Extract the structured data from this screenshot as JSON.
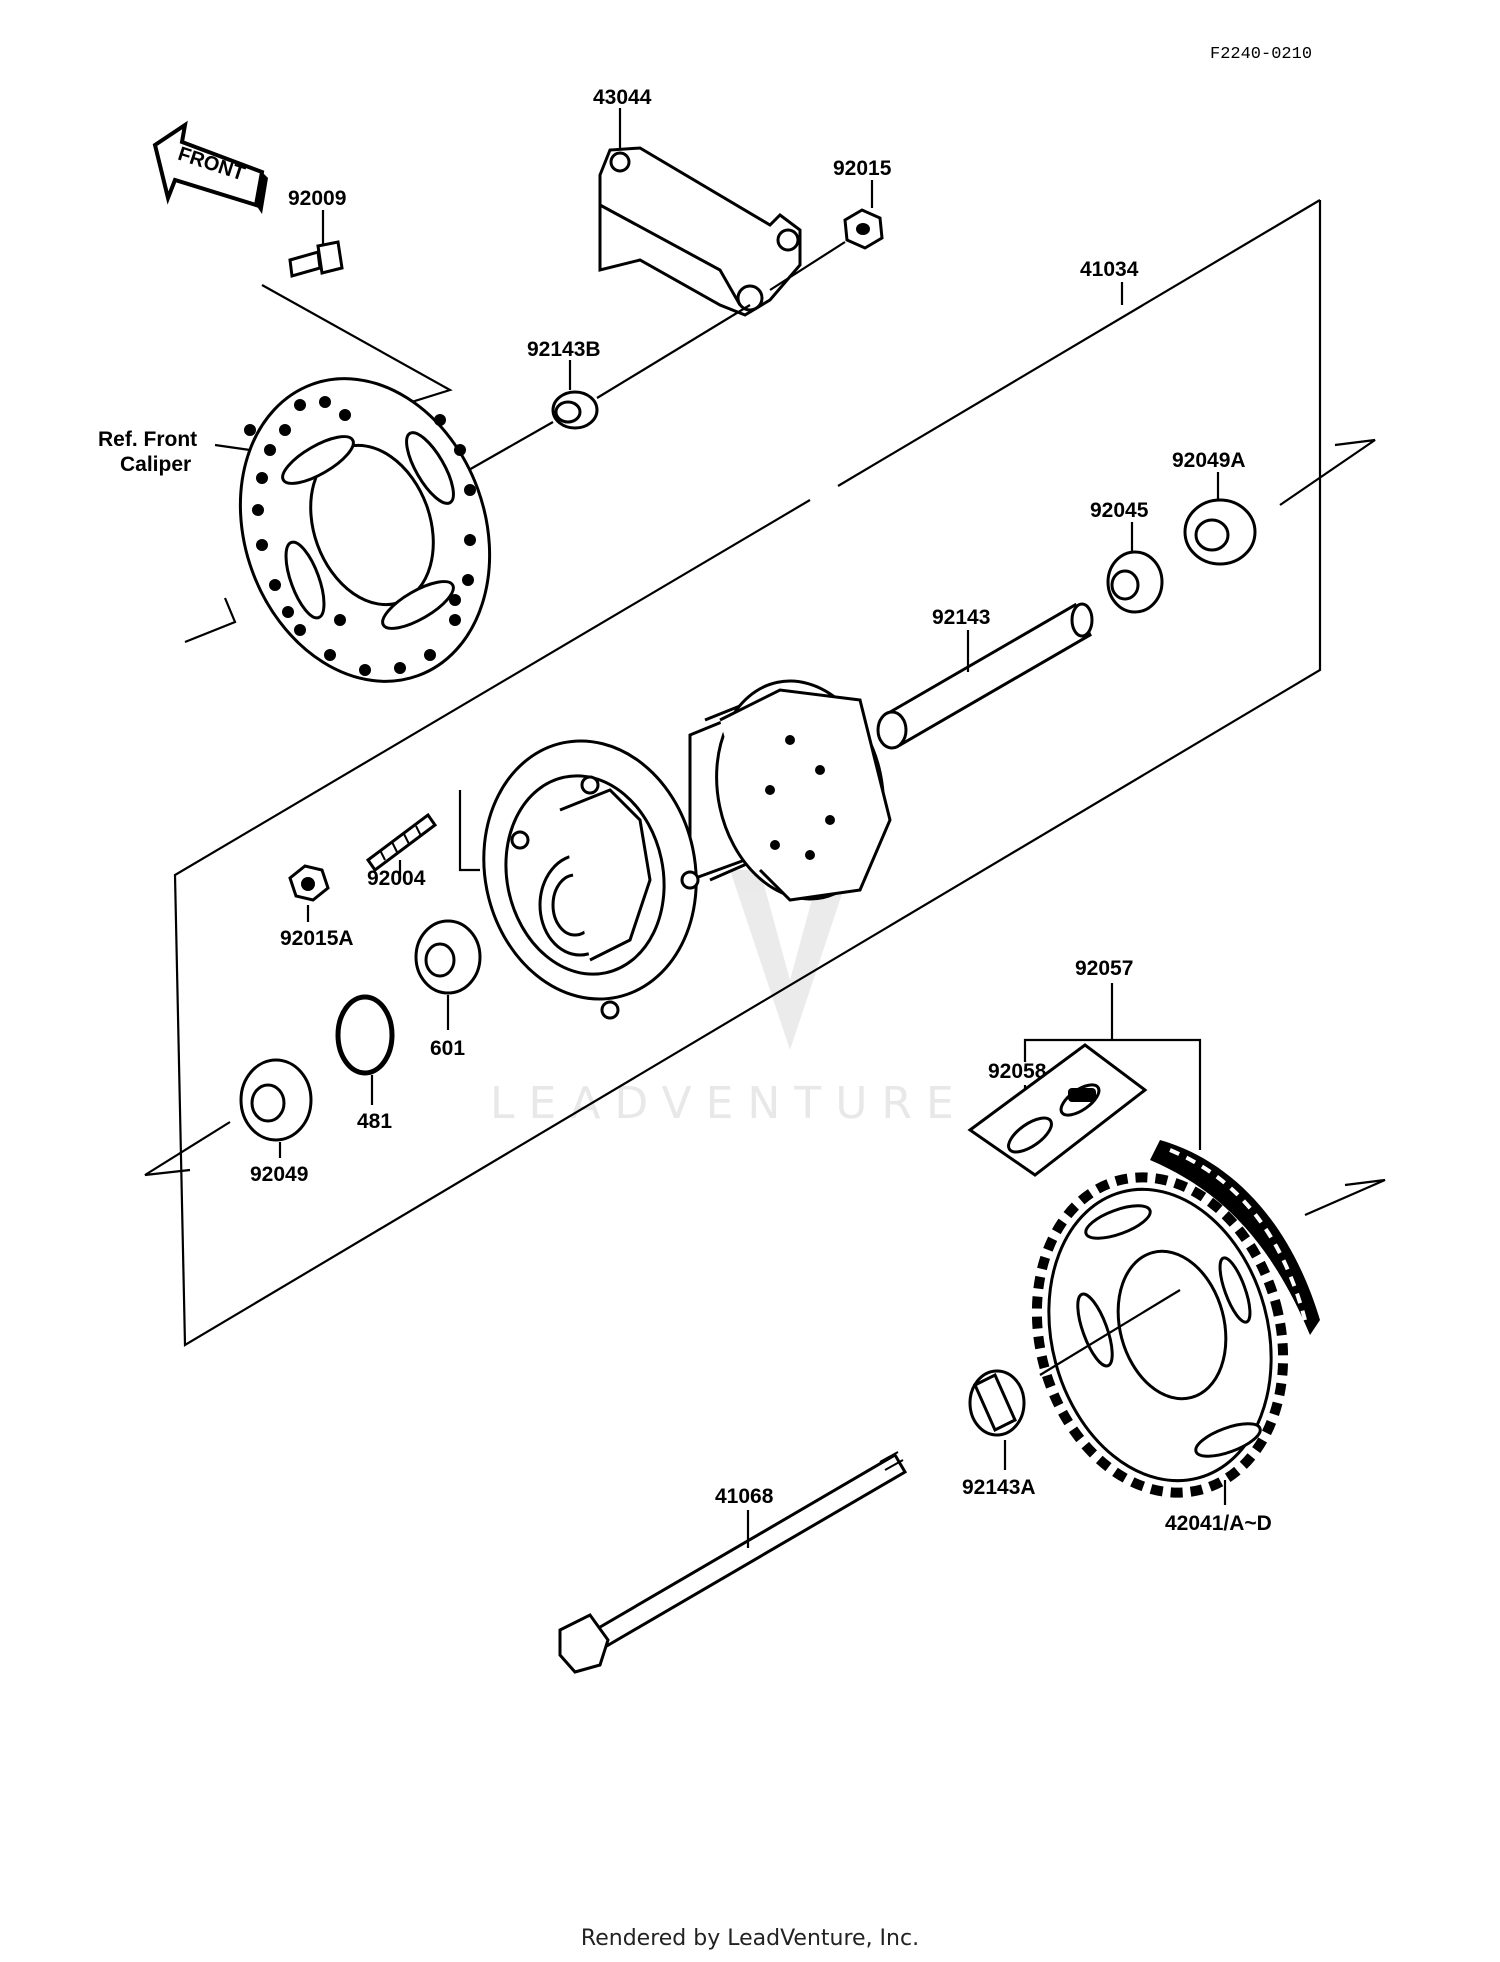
{
  "drawing_code": "F2240-0210",
  "front_arrow": "FRONT",
  "watermark": "LEADVENTURE",
  "footer": "Rendered by LeadVenture, Inc.",
  "parts": {
    "p43044": "43044",
    "p92015": "92015",
    "p92009": "92009",
    "p41034": "41034",
    "p92143b": "92143B",
    "ref_front_caliper_1": "Ref. Front",
    "ref_front_caliper_2": "Caliper",
    "p92049a": "92049A",
    "p92045": "92045",
    "p92143": "92143",
    "p92004": "92004",
    "p92015a": "92015A",
    "p601": "601",
    "p481": "481",
    "p92049": "92049",
    "p92057": "92057",
    "p92058": "92058",
    "p92143a": "92143A",
    "p42041": "42041/A~D",
    "p41068": "41068"
  }
}
